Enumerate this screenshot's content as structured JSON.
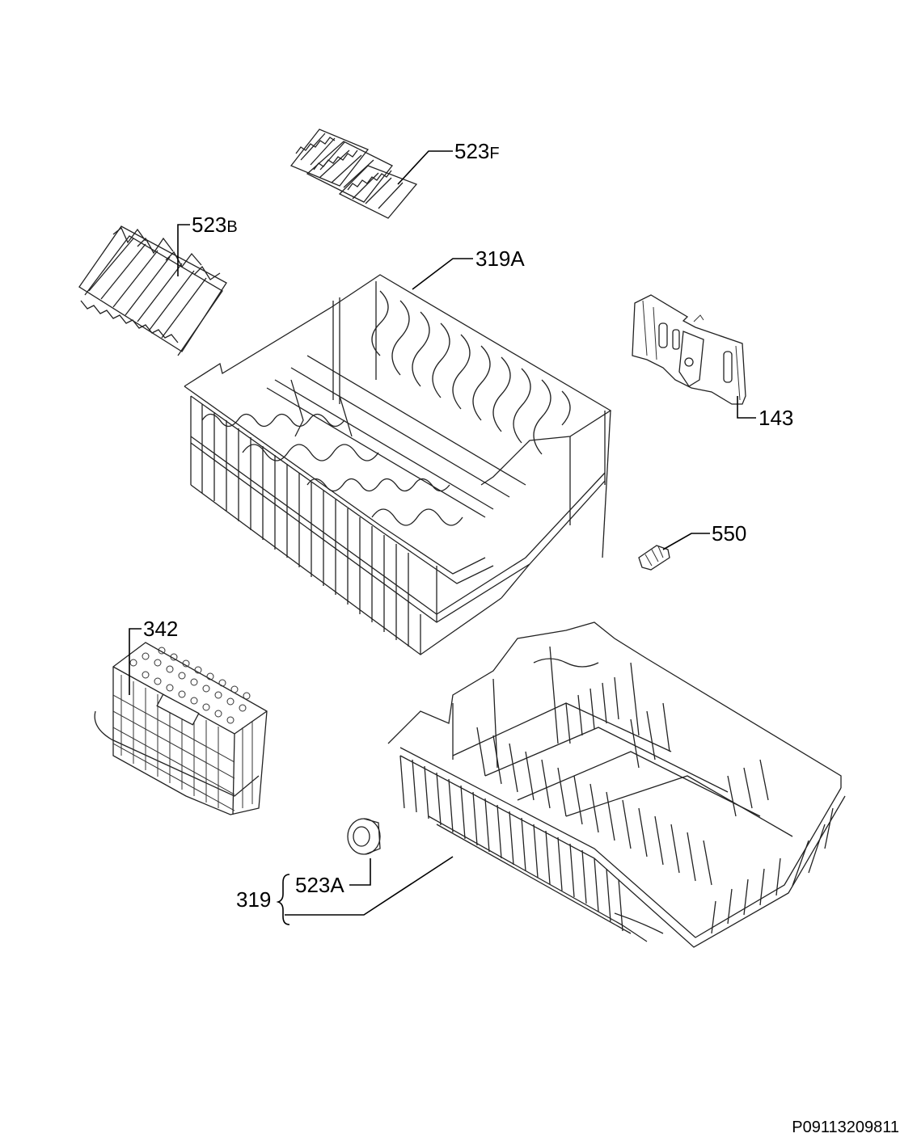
{
  "callouts": {
    "c523f": {
      "num": "523",
      "suffix": "F"
    },
    "c523b": {
      "num": "523",
      "suffix": "B"
    },
    "c319a": {
      "text": "319A"
    },
    "c143": {
      "text": "143"
    },
    "c550": {
      "text": "550"
    },
    "c342": {
      "text": "342"
    },
    "c523a": {
      "text": "523A"
    },
    "c319": {
      "text": "319"
    }
  },
  "reference_number": "P09113209811"
}
